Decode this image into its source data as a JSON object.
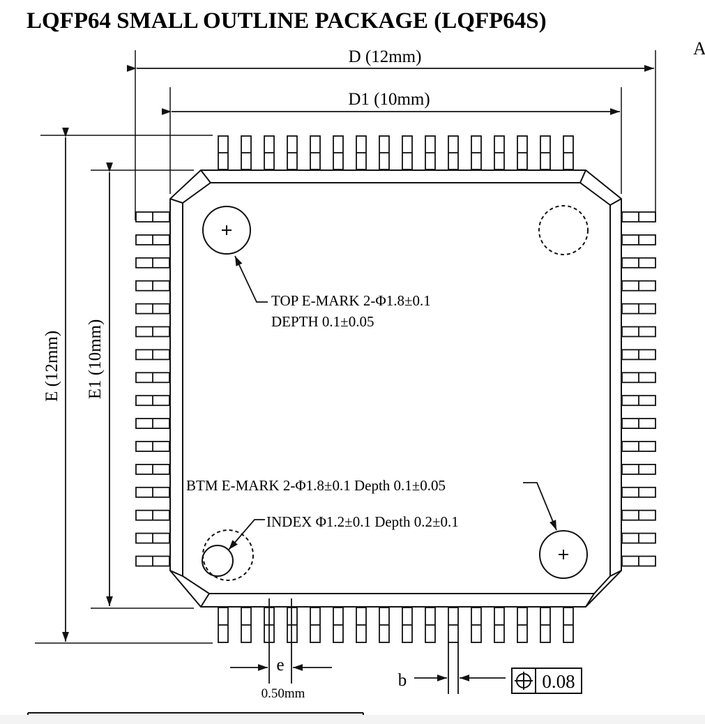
{
  "title": "LQFP64 SMALL OUTLINE PACKAGE (LQFP64S)",
  "corner_fragment": "A",
  "dimensions": {
    "d": "D (12mm)",
    "d1": "D1 (10mm)",
    "e": "E (12mm)",
    "e1": "E1 (10mm)",
    "pitch_symbol": "e",
    "pitch_value": "0.50mm",
    "lead_width_symbol": "b"
  },
  "notes": {
    "top_mark_line1": "TOP  E-MARK 2-Φ1.8±0.1",
    "top_mark_line2": "DEPTH 0.1±0.05",
    "btm_mark": "BTM  E-MARK 2-Φ1.8±0.1  Depth 0.1±0.05",
    "index_mark": "INDEX Φ1.2±0.1   Depth 0.2±0.1"
  },
  "tolerance_frame": {
    "symbol_icon": "position-tolerance-icon",
    "value": "0.08"
  },
  "package": {
    "pins_per_side": 16,
    "pin_count": 64
  }
}
